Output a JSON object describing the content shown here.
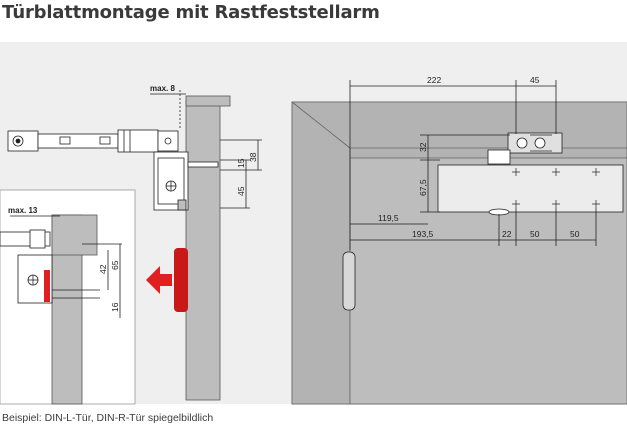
{
  "title": "Türblattmontage mit Rastfeststellarm",
  "caption": "Beispiel: DIN-L-Tür, DIN-R-Tür spiegelbildlich",
  "colors": {
    "background_panel": "#efefef",
    "door_gray": "#bdbdbd",
    "wall_gray": "#b3b3b3",
    "arrow_red": "#e02020",
    "line": "#222222"
  },
  "dimensions": {
    "side_top": {
      "max_offset": "max. 8",
      "d1": "15",
      "d2": "38",
      "d3": "45"
    },
    "side_detail": {
      "max_offset": "max. 13",
      "d1": "42",
      "d2": "65",
      "d3": "16"
    },
    "front": {
      "w_top": "222",
      "w_arm": "45",
      "h_arm": "32",
      "h_body": "67,5",
      "w_a": "119,5",
      "w_b": "193,5",
      "w_c": "22",
      "w_d": "50",
      "w_e": "50"
    }
  }
}
